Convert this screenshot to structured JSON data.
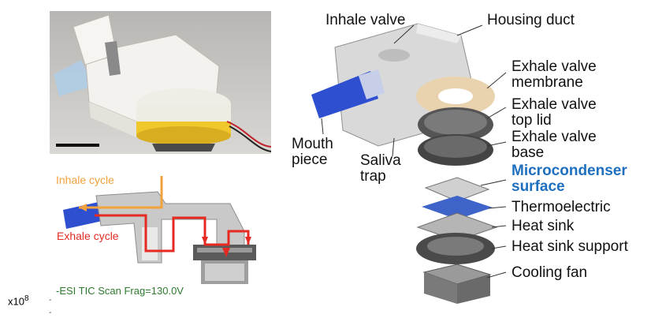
{
  "photo": {
    "scale_bar": "scale-bar"
  },
  "cycle_diagram": {
    "inhale_label": "Inhale cycle",
    "exhale_label": "Exhale cycle",
    "colors": {
      "inhale": "#f2a23c",
      "exhale": "#e52a23"
    }
  },
  "exploded_view": {
    "labels": {
      "inhale_valve": "Inhale valve",
      "housing_duct": "Housing duct",
      "exhale_valve_membrane_1": "Exhale valve",
      "exhale_valve_membrane_2": "membrane",
      "exhale_valve_top_lid_1": "Exhale valve",
      "exhale_valve_top_lid_2": "top lid",
      "exhale_valve_base_1": "Exhale valve",
      "exhale_valve_base_2": "base",
      "mouth_piece_1": "Mouth",
      "mouth_piece_2": "piece",
      "saliva_trap_1": "Saliva",
      "saliva_trap_2": "trap",
      "microcondenser_1": "Microcondenser",
      "microcondenser_2": "surface",
      "thermoelectric": "Thermoelectric",
      "heat_sink": "Heat sink",
      "heat_sink_support": "Heat sink support",
      "cooling_fan": "Cooling fan"
    },
    "colors": {
      "highlight": "#1f6fbf"
    }
  },
  "footer": {
    "scale": "x10",
    "exponent": "8",
    "scan_text": "-ESI TIC Scan Frag=130.0V",
    "scan_color": "#2f7a2f"
  }
}
